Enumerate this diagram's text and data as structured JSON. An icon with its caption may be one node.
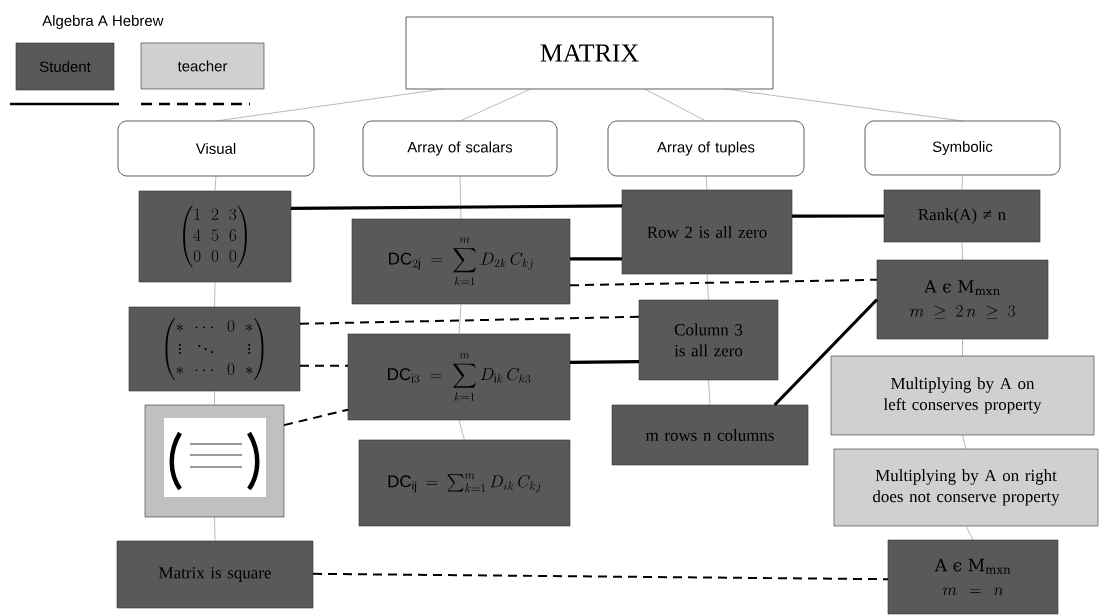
{
  "diagram": {
    "nodes": [
      {
        "text": [
          "MATRIX"
        ]
      },
      {
        "text": [
          "Visual"
        ]
      },
      {
        "text": [
          "Array of scalars"
        ]
      },
      {
        "text": [
          "Array of tuples"
        ]
      },
      {
        "text": [
          "Symbolic"
        ]
      },
      {
        "text": [
          "\\begin{pmatrix}1&2&3\\\\4&5&6\\\\0&0&0\\end{pmatrix}"
        ]
      },
      {
        "text": [
          "\\mathrm{DC}_{2\\mathrm{j}} = \\sum_{k=1}^{m} D_{2k}\\, C_{kj}"
        ]
      },
      {
        "text": [
          "Row 2 is all zero"
        ]
      },
      {
        "text": [
          "Rank(A) ≠ n"
        ]
      },
      {
        "text": [
          "A ϵ M$_{mxn}$",
          "m \\geq 2\\, n \\geq 3"
        ]
      },
      {
        "text": [
          "\\begin{pmatrix}* & \\cdots & 0 & *\\\\ \\vdots & \\ddots & & \\vdots\\\\ * & \\cdots & 0 & *\\end{pmatrix}"
        ]
      },
      {
        "text": [
          "Column 3 is all zero"
        ]
      },
      {
        "text": [
          "\\mathrm{DC}_{\\mathrm{i}3} = \\sum_{k=1}^{m} D_{\\mathrm{i}k}\\, C_{k3}"
        ]
      },
      {
        "text": [],
        "shape": "picture"
      },
      {
        "text": [
          "m rows n columns"
        ]
      },
      {
        "text": [
          "Multiplying by A on left conserves property"
        ]
      },
      {
        "text": [
          "\\mathrm{DC}_{\\mathrm{ij}} = \\textstyle\\sum_{k=1}^{m} D_{ik}\\, C_{kj}"
        ]
      },
      {
        "text": [
          "Multiplying by A on right does not conserve property"
        ]
      },
      {
        "text": [
          "Matrix is square"
        ]
      },
      {
        "text": [
          "A ϵ M$_{mxn}$",
          "m = n"
        ]
      }
    ],
    "edges": [
      {
        "from": 0,
        "to": 1,
        "arrow": "none"
      },
      {
        "from": 0,
        "to": 2,
        "arrow": "none"
      },
      {
        "from": 0,
        "to": 3,
        "arrow": "none"
      },
      {
        "from": 0,
        "to": 4,
        "arrow": "none"
      },
      {
        "from": 1,
        "to": 5,
        "arrow": "none"
      },
      {
        "from": 5,
        "to": 10,
        "arrow": "none"
      },
      {
        "from": 10,
        "to": 13,
        "arrow": "none"
      },
      {
        "from": 13,
        "to": 18,
        "arrow": "none"
      },
      {
        "from": 2,
        "to": 6,
        "arrow": "none"
      },
      {
        "from": 6,
        "to": 12,
        "arrow": "none"
      },
      {
        "from": 12,
        "to": 16,
        "arrow": "none"
      },
      {
        "from": 3,
        "to": 7,
        "arrow": "none"
      },
      {
        "from": 7,
        "to": 11,
        "arrow": "none"
      },
      {
        "from": 11,
        "to": 14,
        "arrow": "none"
      },
      {
        "from": 4,
        "to": 8,
        "arrow": "none"
      },
      {
        "from": 8,
        "to": 9,
        "arrow": "none"
      },
      {
        "from": 9,
        "to": 15,
        "arrow": "none"
      },
      {
        "from": 15,
        "to": 17,
        "arrow": "none"
      },
      {
        "from": 17,
        "to": 19,
        "arrow": "none"
      },
      {
        "from": 5,
        "to": 7,
        "arrow": "none",
        "style": "thick",
        "color": "#000000"
      },
      {
        "from": 7,
        "to": 8,
        "arrow": "none",
        "style": "thick",
        "color": "#000000"
      },
      {
        "from": 6,
        "to": 7,
        "arrow": "none",
        "style": "thick",
        "color": "#000000"
      },
      {
        "from": 6,
        "to": 9,
        "arrow": "none",
        "style": "dashed",
        "color": "#000000"
      },
      {
        "from": 10,
        "to": 11,
        "arrow": "none",
        "style": "dashed",
        "color": "#000000"
      },
      {
        "from": 10,
        "to": 12,
        "arrow": "none",
        "style": "dashed",
        "color": "#000000"
      },
      {
        "from": 12,
        "to": 11,
        "arrow": "none",
        "style": "thick",
        "color": "#000000"
      },
      {
        "from": 13,
        "to": 12,
        "arrow": "none",
        "style": "dashed",
        "color": "#000000"
      },
      {
        "from": 14,
        "to": 9,
        "arrow": "none",
        "style": "thick",
        "color": "#000000"
      },
      {
        "from": 18,
        "to": 19,
        "arrow": "none",
        "style": "dashed",
        "color": "#000000"
      }
    ],
    "labels": [
      "Algebra A Hebrew"
    ],
    "legend": [
      {
        "text": "Student",
        "color": "#595959"
      },
      {
        "text": "teacher",
        "color": "#d0d0d0"
      }
    ]
  }
}
